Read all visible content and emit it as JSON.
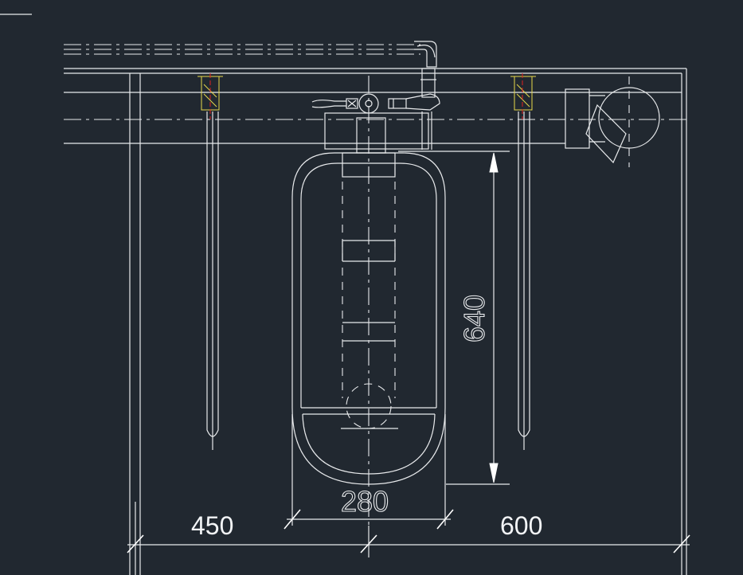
{
  "dimensions": {
    "left_span": "450",
    "right_span": "600",
    "bowl_width": "280",
    "bowl_height": "640"
  },
  "colors": {
    "background": "#212830",
    "line": "#e8eaec",
    "centerline_red": "#e02020",
    "pipe_hatch": "#e6d84a"
  }
}
